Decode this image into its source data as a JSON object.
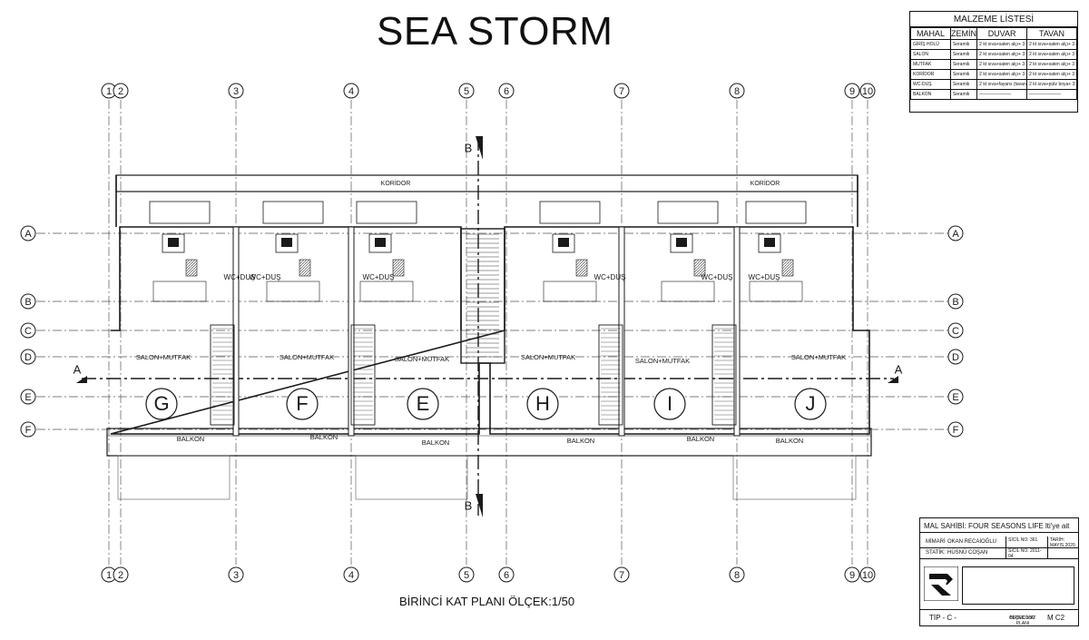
{
  "title": "SEA STORM",
  "plan_caption": "BİRİNCİ KAT PLANI  ÖLÇEK:1/50",
  "grid_columns": [
    "1",
    "2",
    "3",
    "4",
    "5",
    "6",
    "7",
    "8",
    "9",
    "10"
  ],
  "grid_rows": [
    "A",
    "B",
    "C",
    "D",
    "E",
    "F"
  ],
  "section_marks": {
    "aa": "A",
    "bb": "B"
  },
  "units": [
    "G",
    "F",
    "E",
    "H",
    "I",
    "J"
  ],
  "room_labels": {
    "koridor": "KORİDOR",
    "wc": "WC+DUŞ",
    "salon": "SALON+MUTFAK",
    "balkon": "BALKON"
  },
  "material_table": {
    "title": "MALZEME LİSTESİ",
    "headers": [
      "MAHAL",
      "ZEMİN",
      "DUVAR",
      "TAVAN"
    ],
    "rows": [
      {
        "mahal": "GİRİŞ HOLÜ",
        "zemin": "Seramik",
        "duvar": "2 kt sıva+saten alçı+ 3 kt plastik boya",
        "tavan": "2 kt sıva+saten alçı+ 3 kt plastik boya"
      },
      {
        "mahal": "SALON",
        "zemin": "Seramik",
        "duvar": "2 kt sıva+saten alçı+ 3 kt plastik boya",
        "tavan": "2 kt sıva+saten alçı+ 3 kt plastik boya"
      },
      {
        "mahal": "MUTFAK",
        "zemin": "Seramik",
        "duvar": "2 kt sıva+saten alçı+ 3 kt plastik boya",
        "tavan": "2 kt sıva+saten alçı+ 3 kt plastik boya"
      },
      {
        "mahal": "KORİDOR",
        "zemin": "Seramik",
        "duvar": "2 kt sıva+saten alçı+ 3 kt plastik boya",
        "tavan": "2 kt sıva+saten alçı+ 3 kt plastik boya"
      },
      {
        "mahal": "WC-DUŞ",
        "zemin": "Seramik",
        "duvar": "2 kt sıva+fayans (tavana kadar)",
        "tavan": "2 kt sıva+pütz boya+ 3 kt yağlı boya"
      },
      {
        "mahal": "BALKON",
        "zemin": "Seramik",
        "duvar": "",
        "tavan": ""
      }
    ]
  },
  "title_block": {
    "owner": "MAL SAHİBİ: FOUR SEASONS LIFE lti'ye ait",
    "mimari_label": "MİMARİ",
    "mimari_name": "OKAN  RECAİOĞLU",
    "sicil_label_1": "SİCİL NO:",
    "sicil_value_1": "361",
    "tarih_label": "TARİH:",
    "statik_label": "STATİK:",
    "statik_name": "HÜSNÜ COŞAN",
    "sicil_label_2": "SİCİL NO:",
    "sicil_value_2": "2011-04",
    "tarih_value": "MAYIS 2020",
    "sheet_desc_1": "BİRİNCİ KAT PLANI",
    "sheet_desc_2": "ÖLÇEK:1/50",
    "type_label": "TİP - C -",
    "sheet_no": "M C2"
  },
  "colors": {
    "line": "#1a1a1a",
    "dash": "#555555",
    "hatch": "#333333"
  }
}
